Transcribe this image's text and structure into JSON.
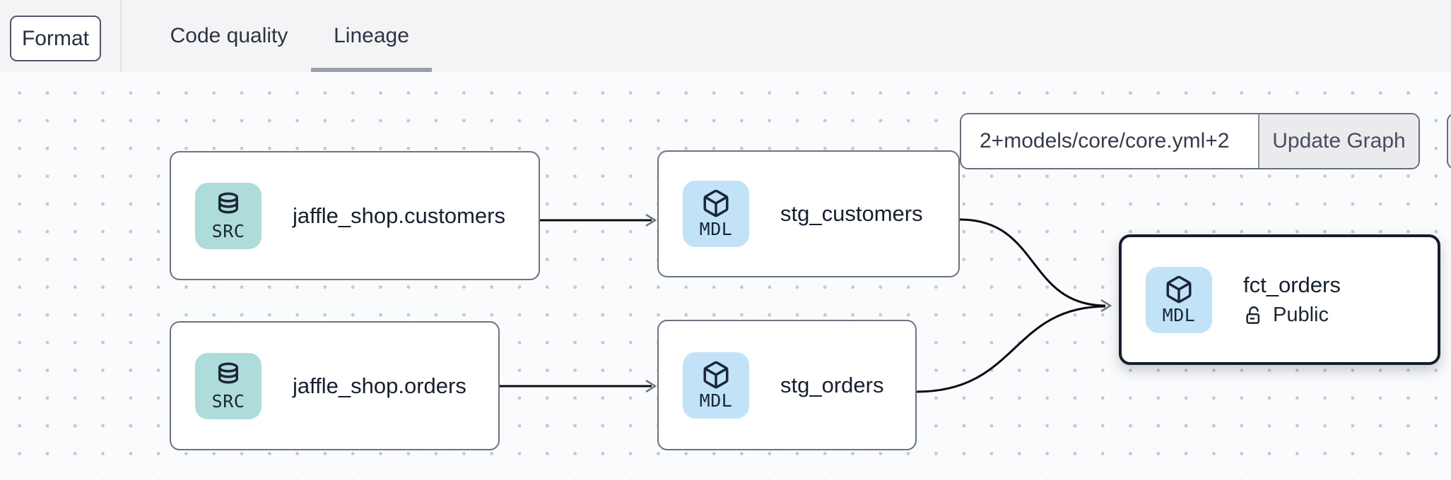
{
  "header": {
    "format_button_label": "Format",
    "tabs": [
      {
        "label": "Code quality",
        "active": false
      },
      {
        "label": "Lineage",
        "active": true
      }
    ]
  },
  "graph_controls": {
    "selector_value": "2+models/core/core.yml+2",
    "update_button_label": "Update Graph"
  },
  "nodes": [
    {
      "id": "src_customers",
      "badge": "SRC",
      "icon": "database-icon",
      "label": "jaffle_shop.customers",
      "type": "source",
      "selected": false
    },
    {
      "id": "stg_customers",
      "badge": "MDL",
      "icon": "cube-icon",
      "label": "stg_customers",
      "type": "model",
      "selected": false
    },
    {
      "id": "src_orders",
      "badge": "SRC",
      "icon": "database-icon",
      "label": "jaffle_shop.orders",
      "type": "source",
      "selected": false
    },
    {
      "id": "stg_orders",
      "badge": "MDL",
      "icon": "cube-icon",
      "label": "stg_orders",
      "type": "model",
      "selected": false
    },
    {
      "id": "fct_orders",
      "badge": "MDL",
      "icon": "cube-icon",
      "label": "fct_orders",
      "access": "Public",
      "access_icon": "lock-open-icon",
      "type": "model",
      "selected": true
    }
  ],
  "edges": [
    {
      "from": "src_customers",
      "to": "stg_customers",
      "shape": "straight"
    },
    {
      "from": "src_orders",
      "to": "stg_orders",
      "shape": "straight"
    },
    {
      "from": "stg_customers",
      "to": "fct_orders",
      "shape": "curve"
    },
    {
      "from": "stg_orders",
      "to": "fct_orders",
      "shape": "curve"
    }
  ],
  "colors": {
    "header_bg": "#f4f4f6",
    "canvas_bg": "#fafbfc",
    "grid_dot": "#c4c9d0",
    "node_border": "#6b7380",
    "selected_node_border": "#141e2c",
    "source_icon_bg": "#aedcda",
    "model_icon_bg": "#c2e2f7",
    "icon_glyph": "#1b2734",
    "edge_stroke": "#0a0c10",
    "arrowhead": "#707783",
    "tab_underline": "#9aa1ac",
    "text_primary": "#16202e"
  }
}
